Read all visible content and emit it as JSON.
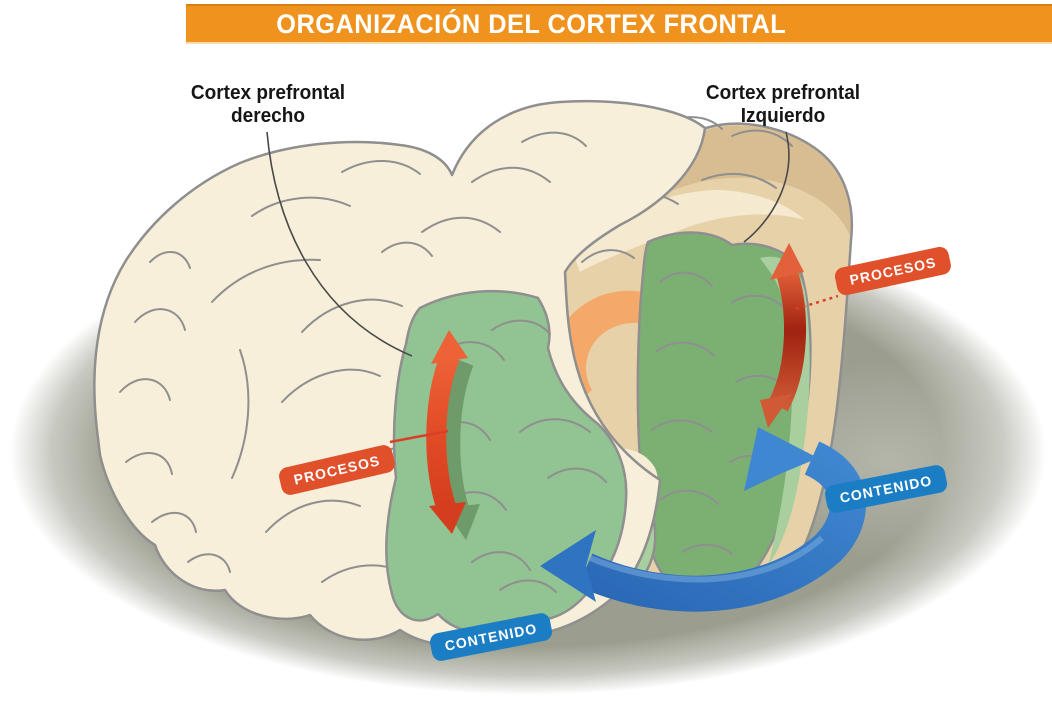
{
  "title": {
    "text": "ORGANIZACIÓN DEL CORTEX FRONTAL"
  },
  "labels": {
    "cortex_right": {
      "line1": "Cortex prefrontal",
      "line2": "derecho"
    },
    "cortex_left": {
      "line1": "Cortex prefrontal",
      "line2": "Izquierdo"
    }
  },
  "badges": {
    "procesos_left": {
      "label": "PROCESOS"
    },
    "procesos_right": {
      "label": "PROCESOS"
    },
    "contenido_right": {
      "label": "CONTENIDO"
    },
    "contenido_bottom": {
      "label": "CONTENIDO"
    }
  },
  "colors": {
    "banner_orange": "#f0921e",
    "procesos_red": "#e0502b",
    "contenido_blue": "#1b7ec5",
    "brain_cream": "#f8efda",
    "brain_tan": "#e6d0a8",
    "brain_tan_dark": "#d9bd92",
    "cortex_green": "#92c392",
    "cortex_green_dark": "#7cb073",
    "cortex_green_light": "#a9cf9f",
    "corpus_callosum_orange": "#f4a96b",
    "platform_gray": "#9b9e8f",
    "arrow_red_bright": "#e14b26",
    "arrow_red_dark": "#a02210",
    "arrow_blue": "#2f74c0"
  }
}
